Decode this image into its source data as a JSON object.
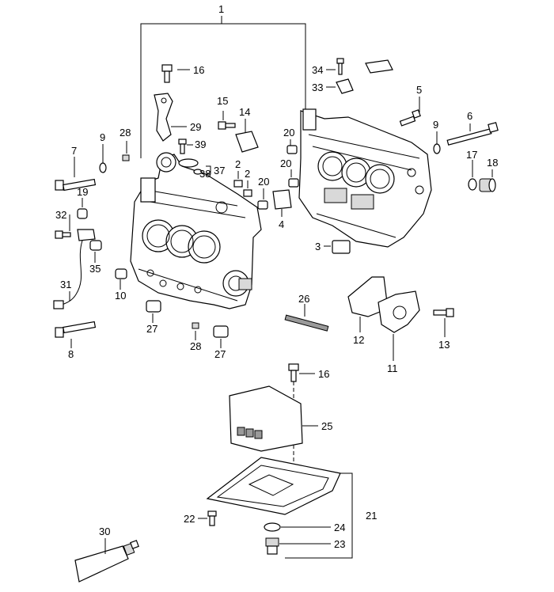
{
  "callouts": {
    "c1": "1",
    "c2a": "2",
    "c2b": "2",
    "c3": "3",
    "c4": "4",
    "c5": "5",
    "c6": "6",
    "c7": "7",
    "c8": "8",
    "c9a": "9",
    "c9b": "9",
    "c10": "10",
    "c11": "11",
    "c12": "12",
    "c13": "13",
    "c14": "14",
    "c15": "15",
    "c16a": "16",
    "c16b": "16",
    "c17": "17",
    "c18": "18",
    "c19": "19",
    "c20a": "20",
    "c20b": "20",
    "c20c": "20",
    "c21": "21",
    "c22": "22",
    "c23": "23",
    "c24": "24",
    "c25": "25",
    "c26": "26",
    "c27a": "27",
    "c27b": "27",
    "c28a": "28",
    "c28b": "28",
    "c29": "29",
    "c30": "30",
    "c31": "31",
    "c32": "32",
    "c33": "33",
    "c34": "34",
    "c35": "35",
    "c37": "37",
    "c38": "38",
    "c39": "39"
  },
  "colors": {
    "ink": "#000000",
    "shade": "#d9d9d9",
    "background": "#ffffff"
  }
}
